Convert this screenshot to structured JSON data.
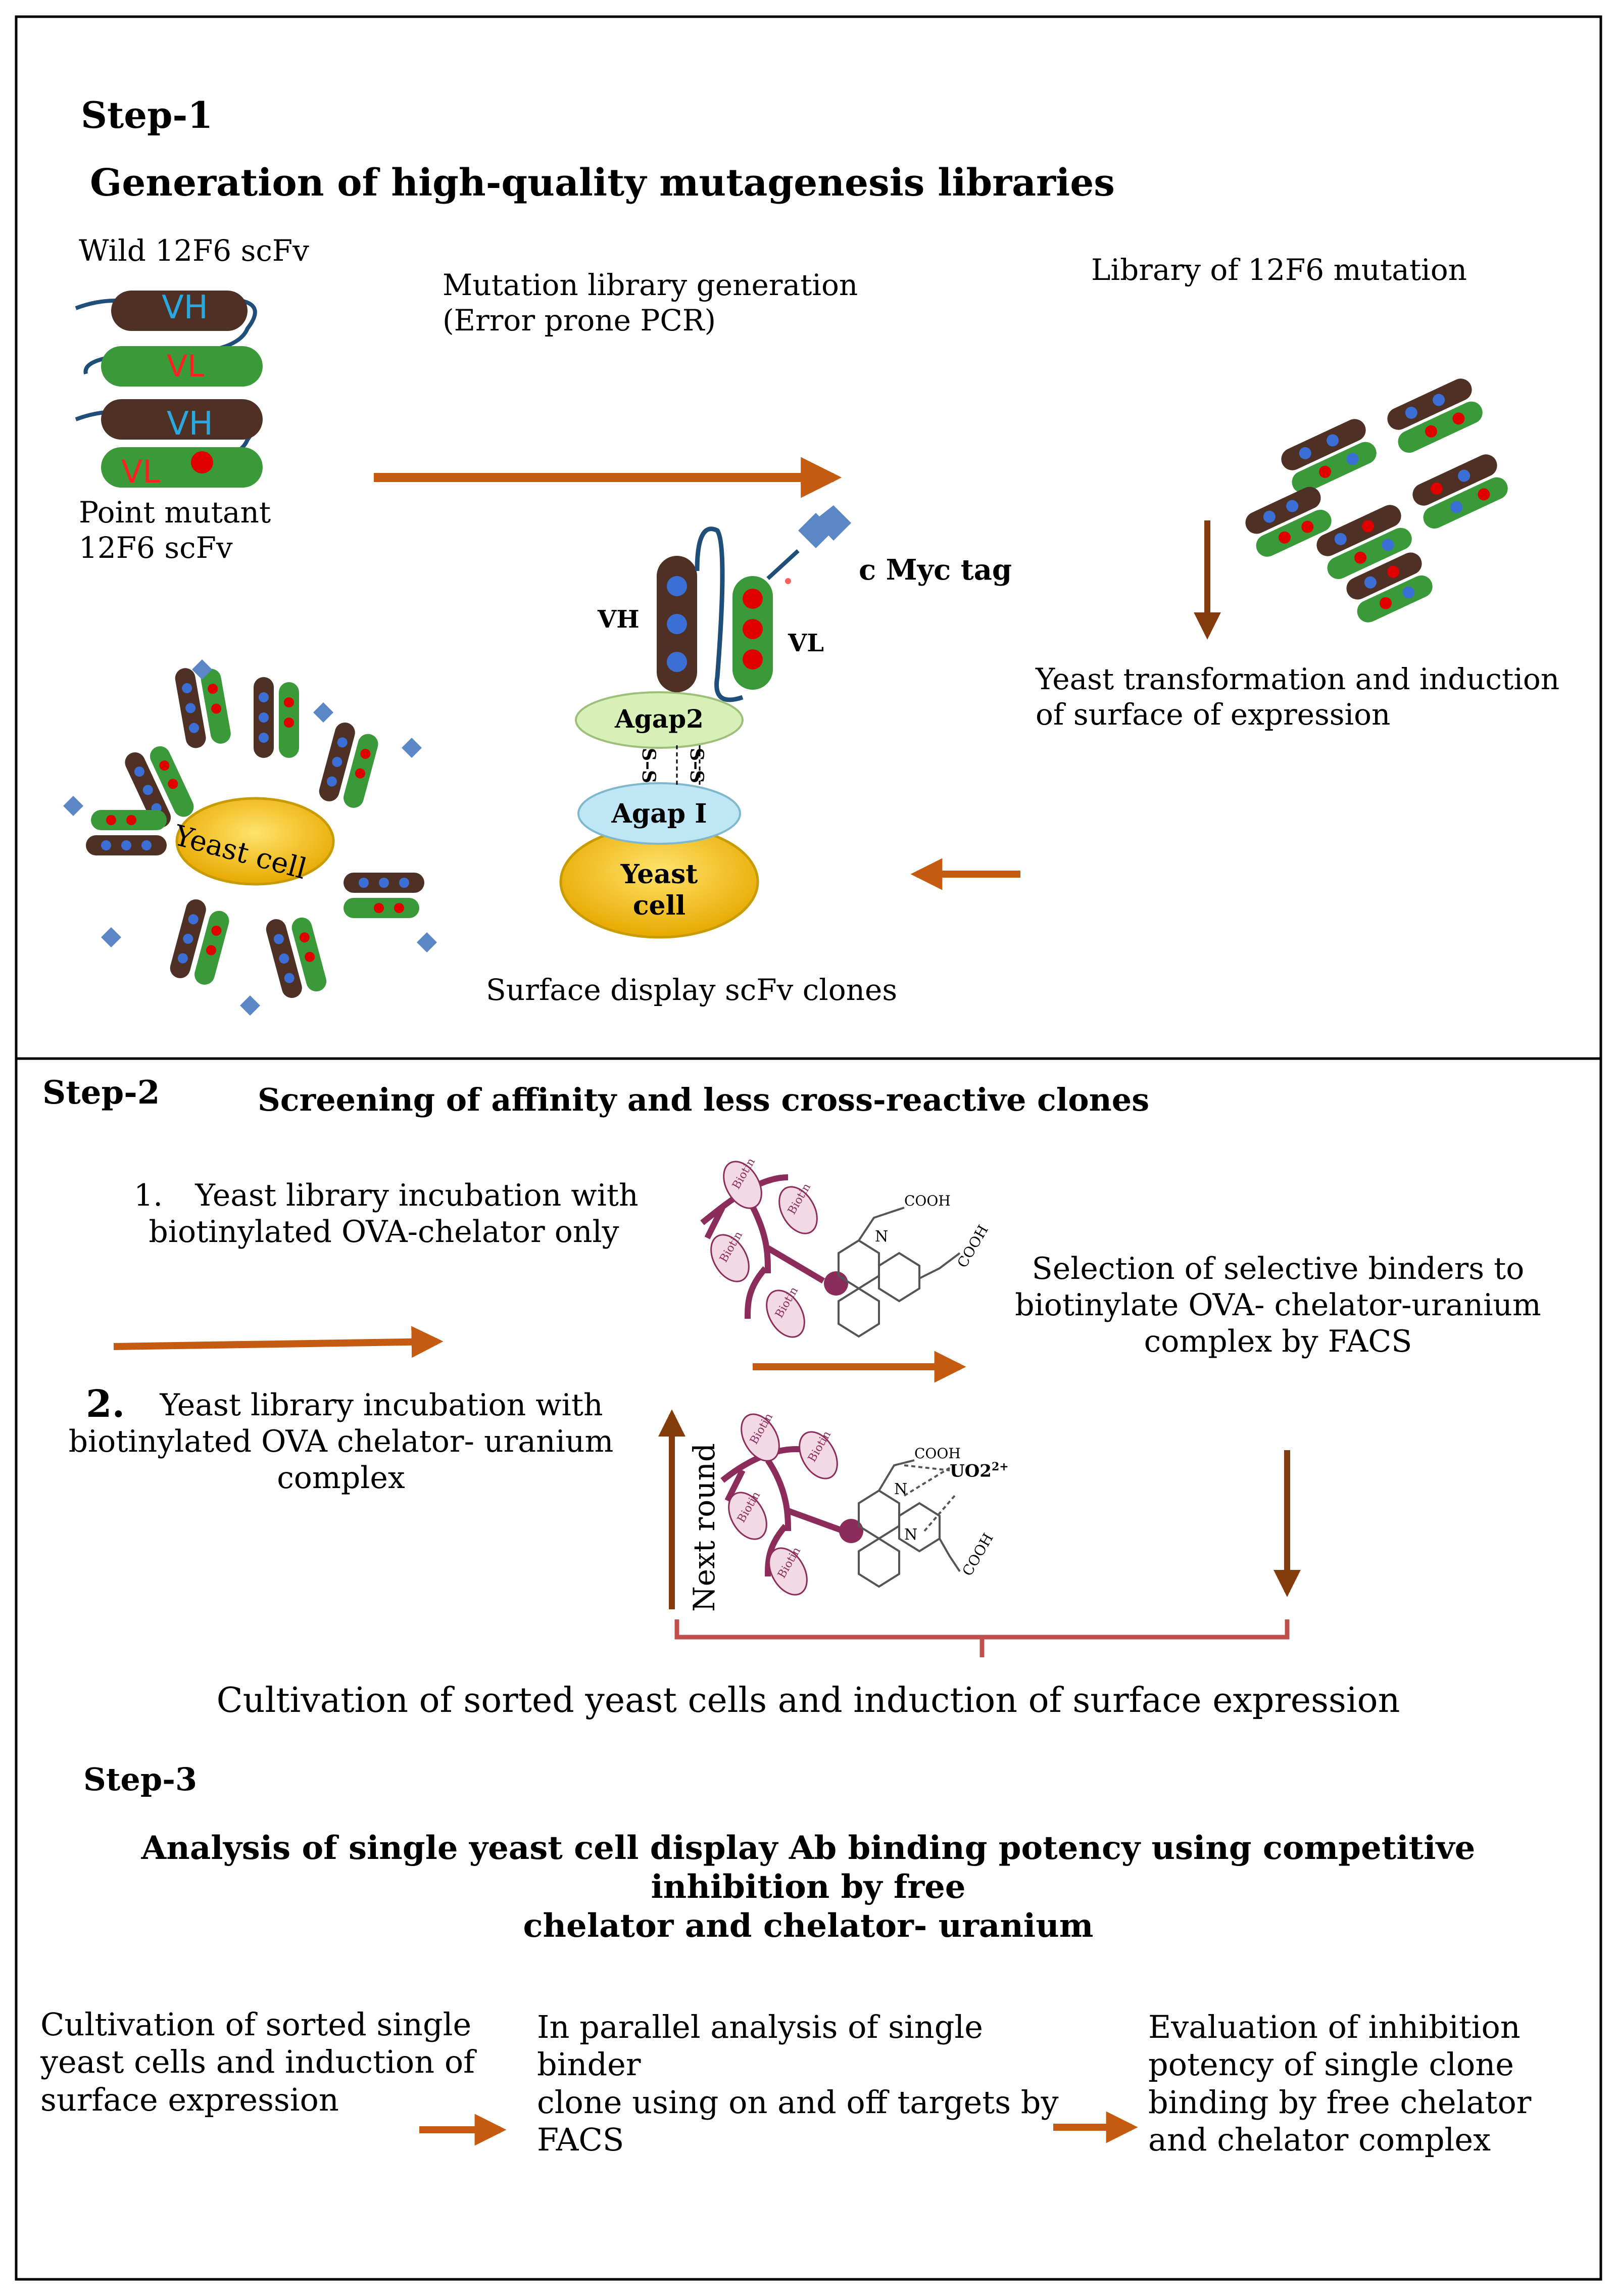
{
  "colors": {
    "frame": "#000000",
    "arrow": "#c55a11",
    "arrow_dark": "#843c0c",
    "vh_fill": "#4e3024",
    "vl_fill": "#3a9a3a",
    "dot_blue": "#3b6fd6",
    "dot_red": "#e00000",
    "linker": "#1f4e79",
    "yeast": "#f5c400",
    "yeast_edge": "#c89b00",
    "agap2": "#d7f0b8",
    "agap1": "#bfe6f5",
    "myc": "#5b87c6",
    "bracket": "#c0504d",
    "ova": "#8b2c5a",
    "vh_label": "#2ba8e0",
    "vl_label": "#ff1f1f"
  },
  "step1": {
    "heading": "Step-1",
    "title": "Generation of high-quality mutagenesis libraries",
    "wild_label": "Wild 12F6 scFv",
    "point_mutant_label": "Point mutant\n12F6 scFv",
    "mutation_generation_label": "Mutation  library  generation\n (Error prone PCR)",
    "library_label": "Library of 12F6 mutation",
    "yeast_transformation_label": "Yeast transformation and induction\nof surface of expression",
    "surface_display_label": "Surface display scFv clones",
    "construct": {
      "vh": "VH",
      "vl": "VL",
      "myc": "c Myc tag",
      "agap2": "Agap2",
      "agap1": "Agap I",
      "disulfide": "S–S",
      "yeast_cell": "Yeast\ncell"
    },
    "scfv_vh": "VH",
    "scfv_vl": "VL",
    "yeast_cell_label": "Yeast cell"
  },
  "step2": {
    "heading": "Step-2",
    "title": "Screening of affinity and less cross-reactive clones",
    "item1_number": "1.",
    "item1_text": "Yeast library incubation with\nbiotinylated OVA-chelator only",
    "item2_number": "2.",
    "item2_text": "Yeast library incubation  with\nbiotinylated OVA   chelator-  uranium\ncomplex",
    "selection_text": "Selection of selective binders to\nbiotinylate OVA-  chelator-uranium\ncomplex by FACS",
    "next_round": "Next round",
    "cultivation_text": "Cultivation  of sorted yeast cells and induction  of surface  expression",
    "molecule": {
      "biotin": "Biotin",
      "cooh": "COOH",
      "n": "N",
      "uranyl": "UO2",
      "uranyl_charge": "2+"
    }
  },
  "step3": {
    "heading": "Step-3",
    "title": "Analysis of single yeast cell display Ab binding potency using competitive inhibition by free\nchelator and chelator- uranium",
    "col1": "Cultivation of sorted  single\nyeast cells and induction of\nsurface  expression",
    "col2": "In parallel analysis of single binder\nclone  using  on and off targets by\nFACS",
    "col3": "Evaluation of inhibition\npotency of  single clone\nbinding by free chelator\nand chelator complex"
  }
}
